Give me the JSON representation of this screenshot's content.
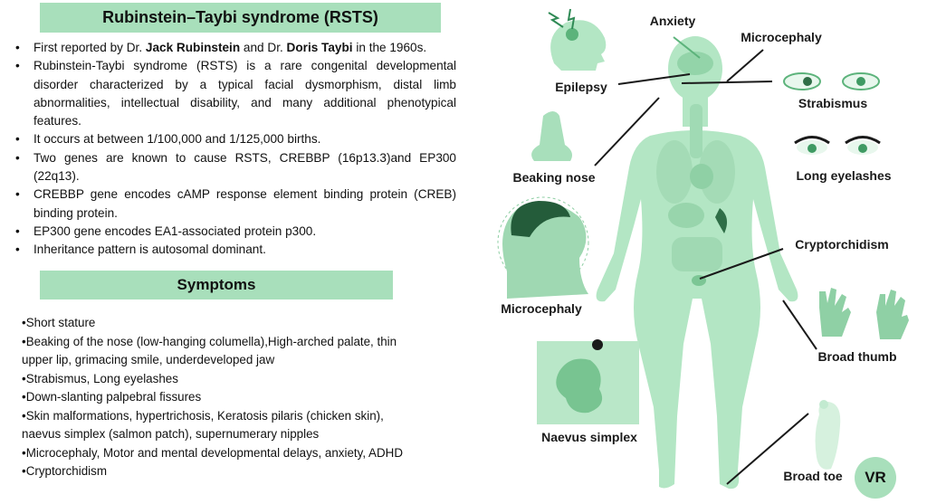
{
  "title": "Rubinstein–Taybi syndrome (RSTS)",
  "info": [
    {
      "pre": "First reported by Dr. ",
      "b1": "Jack Rubinstein",
      "mid": " and Dr. ",
      "b2": "Doris Taybi",
      "post": " in the 1960s."
    },
    {
      "text": "Rubinstein-Taybi syndrome (RSTS) is a rare congenital developmental disorder characterized by a typical facial dysmorphism, distal limb abnormalities, intellectual disability, and many additional phenotypical features."
    },
    {
      "text": "It occurs at between 1/100,000 and 1/125,000 births."
    },
    {
      "text": "Two genes are known to cause RSTS, CREBBP (16p13.3)and EP300 (22q13)."
    },
    {
      "text": "CREBBP gene encodes cAMP response element binding protein (CREB) binding protein."
    },
    {
      "text": "EP300 gene encodes EA1-associated protein p300."
    },
    {
      "text": "Inheritance pattern  is autosomal dominant."
    }
  ],
  "symptoms_header": "Symptoms",
  "symptoms": [
    "•Short stature",
    "•Beaking of the nose (low-hanging columella),High-arched palate, thin",
    "upper lip, grimacing smile, underdeveloped jaw",
    "•Strabismus, Long eyelashes",
    "•Down-slanting palpebral fissures",
    "•Skin malformations, hypertrichosis, Keratosis pilaris (chicken skin),",
    "naevus simplex (salmon patch), supernumerary nipples",
    "•Microcephaly, Motor and mental developmental delays, anxiety,  ADHD",
    "•Cryptorchidism"
  ],
  "figure_labels": {
    "anxiety": "Anxiety",
    "microcephaly_top": "Microcephaly",
    "epilepsy": "Epilepsy",
    "strabismus": "Strabismus",
    "beaking_nose": "Beaking nose",
    "long_eyelashes": "Long eyelashes",
    "cryptorchidism": "Cryptorchidism",
    "microcephaly_baby": "Microcephaly",
    "broad_thumb": "Broad thumb",
    "naevus_simplex": "Naevus simplex",
    "broad_toe": "Broad toe"
  },
  "badge": "VR",
  "colors": {
    "accent": "#a8dfbb",
    "body": "#b3e6c4",
    "dark_green": "#3f9a63"
  }
}
